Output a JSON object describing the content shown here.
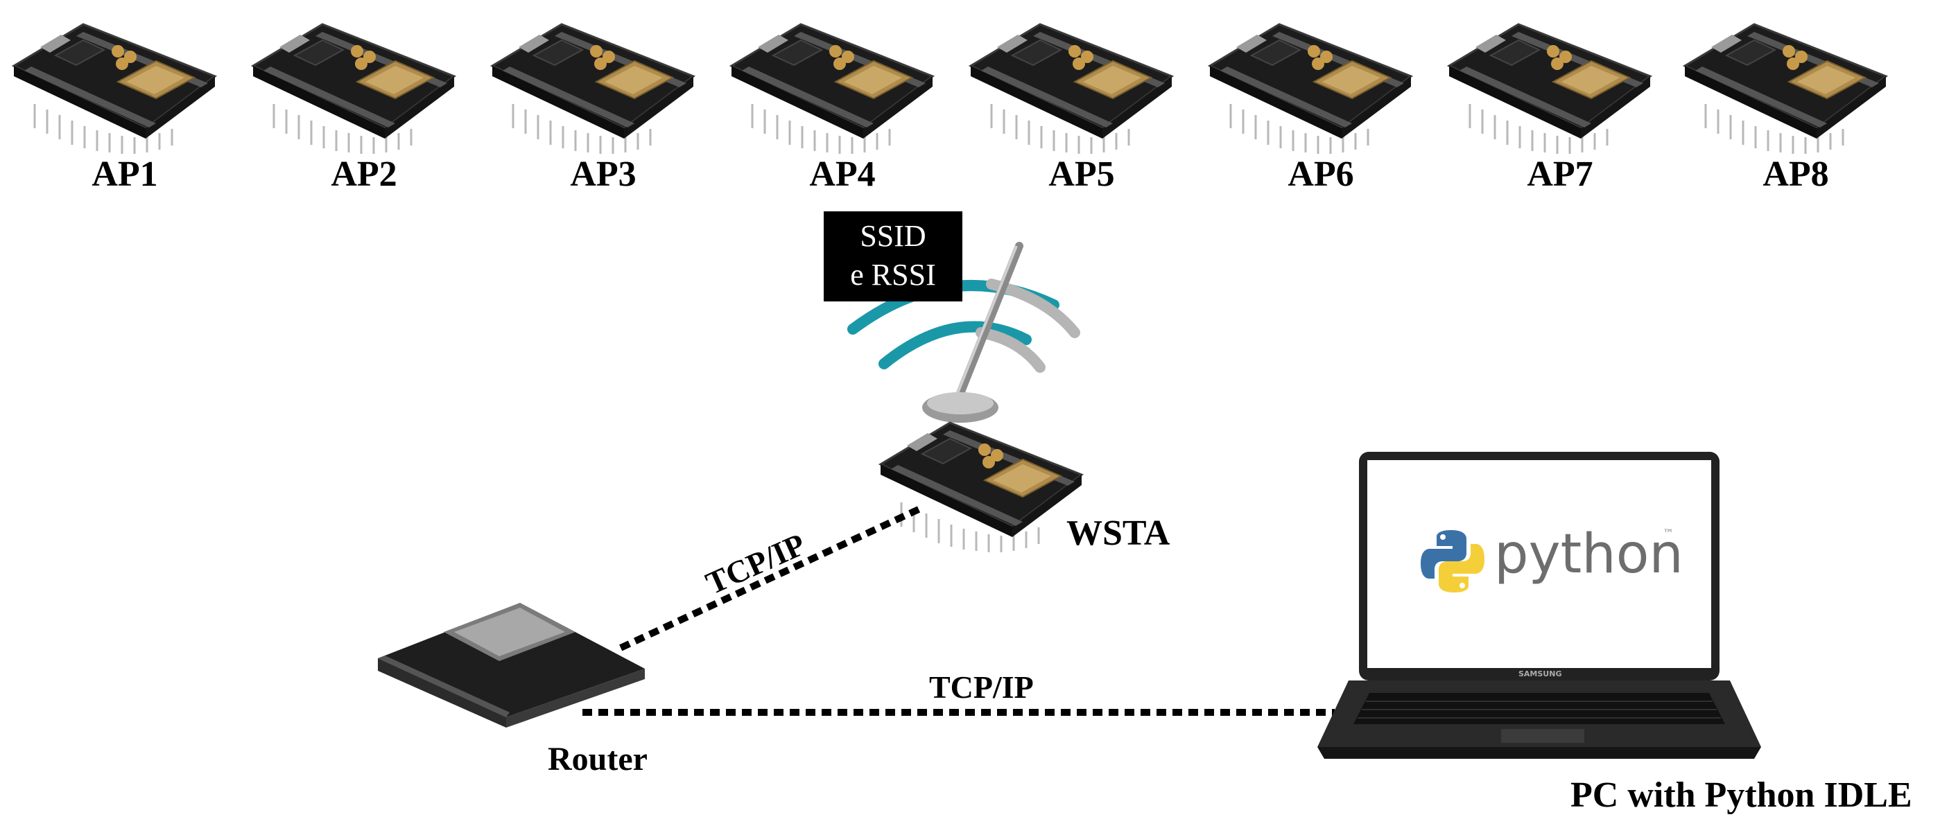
{
  "access_points": [
    {
      "label": "AP1"
    },
    {
      "label": "AP2"
    },
    {
      "label": "AP3"
    },
    {
      "label": "AP4"
    },
    {
      "label": "AP5"
    },
    {
      "label": "AP6"
    },
    {
      "label": "AP7"
    },
    {
      "label": "AP8"
    }
  ],
  "station": {
    "label": "WSTA"
  },
  "signal_box": {
    "line1": "SSID",
    "line2": "e RSSI"
  },
  "router": {
    "label": "Router"
  },
  "pc": {
    "label": "PC with Python IDLE",
    "screen_logo_text": "python",
    "brand": "SAMSUNG",
    "trademark": "™"
  },
  "links": {
    "wsta_router": "TCP/IP",
    "router_pc": "TCP/IP"
  },
  "colors": {
    "board": "#1c1c1c",
    "board_edge": "#3a3a3a",
    "chip_gold": "#c79a4a",
    "pin": "#b8b8b8",
    "wifi_teal": "#1a98a8",
    "wifi_gray": "#b5b5b5",
    "python_blue": "#3a72a8",
    "python_yellow": "#f5cf3a"
  }
}
